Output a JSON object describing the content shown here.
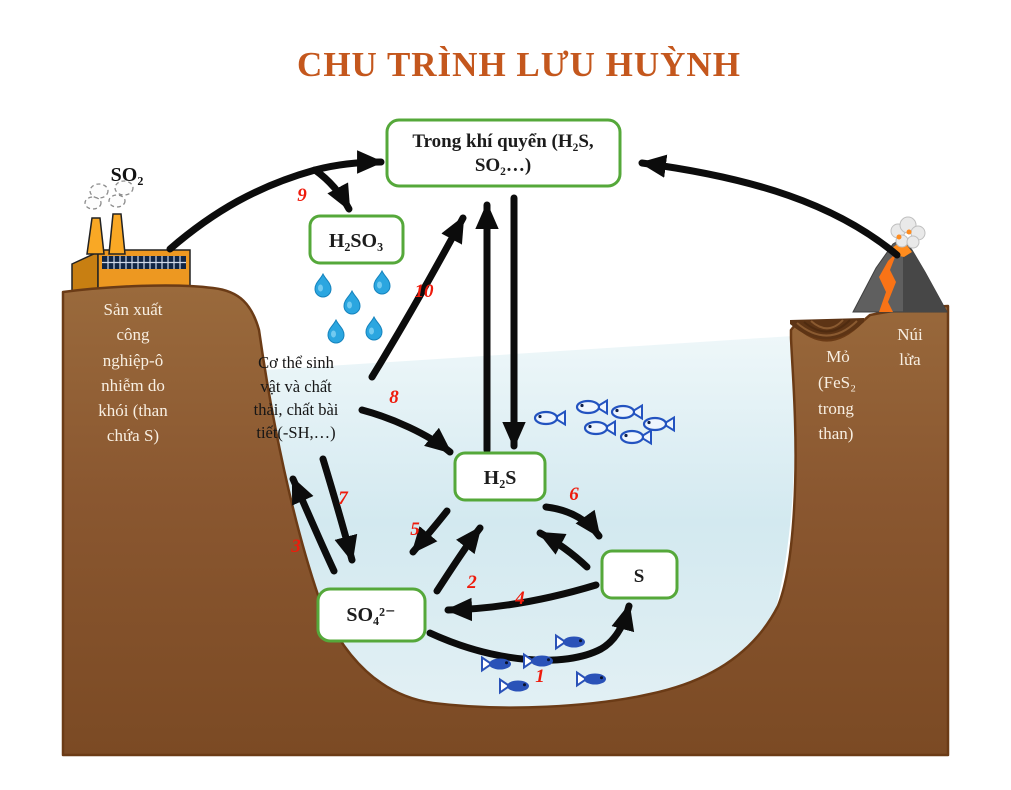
{
  "title": "CHU TRÌNH LƯU HUỲNH",
  "boxes": {
    "atmosphere": {
      "line1": "Trong khí quyển (H₂S,",
      "line2": "SO₂…)"
    },
    "h2so3": {
      "label": "H₂SO₃"
    },
    "h2s": {
      "label": "H₂S"
    },
    "so4": {
      "label": "SO₄²⁻"
    },
    "s": {
      "label": "S"
    }
  },
  "labels": {
    "factory_gas": "SO₂",
    "left_caption": {
      "lines": [
        "Sản xuất",
        "công",
        "nghiệp-ô",
        "nhiễm do",
        "khói (than",
        "chứa S)"
      ]
    },
    "organism_caption": {
      "lines": [
        "Cơ thể sinh",
        "vật và chất",
        "thải, chất  bài",
        "tiết(-SH,…)"
      ]
    },
    "volcano_caption": {
      "lines": [
        "Núi",
        "lửa"
      ]
    },
    "mine_caption": {
      "lines": [
        "Mỏ",
        "(FeS₂",
        "trong",
        "than)"
      ]
    }
  },
  "arrow_numbers": [
    "1",
    "2",
    "3",
    "4",
    "5",
    "6",
    "7",
    "8",
    "9",
    "10"
  ],
  "connections": [
    {
      "number": "1",
      "from": "SO₄²⁻",
      "to": "S"
    },
    {
      "number": "2",
      "from": "SO₄²⁻",
      "to": "H₂S"
    },
    {
      "number": "3",
      "from": "SO₄²⁻",
      "to": "cơ thể sinh vật"
    },
    {
      "number": "4",
      "from": "S",
      "to": "SO₄²⁻"
    },
    {
      "number": "5",
      "from": "H₂S",
      "to": "SO₄²⁻"
    },
    {
      "number": "6",
      "from": "H₂S",
      "to": "S"
    },
    {
      "number": "7",
      "from": "cơ thể sinh vật",
      "to": "SO₄²⁻"
    },
    {
      "number": "8",
      "from": "cơ thể sinh vật",
      "to": "H₂S"
    },
    {
      "number": "9",
      "from": "nhà máy (SO₂)",
      "to": "khí quyển / H₂SO₃"
    },
    {
      "number": "10",
      "from": "nước",
      "to": "khí quyển"
    }
  ],
  "colors": {
    "title": "#c4571d",
    "box_border": "#55a83a",
    "ground": "#8a5730",
    "water": "#d9ecf2",
    "number": "#ee1b0c",
    "factory": "#ed9821",
    "fish": "#2a52b8",
    "raindrop": "#2ba6e0"
  }
}
